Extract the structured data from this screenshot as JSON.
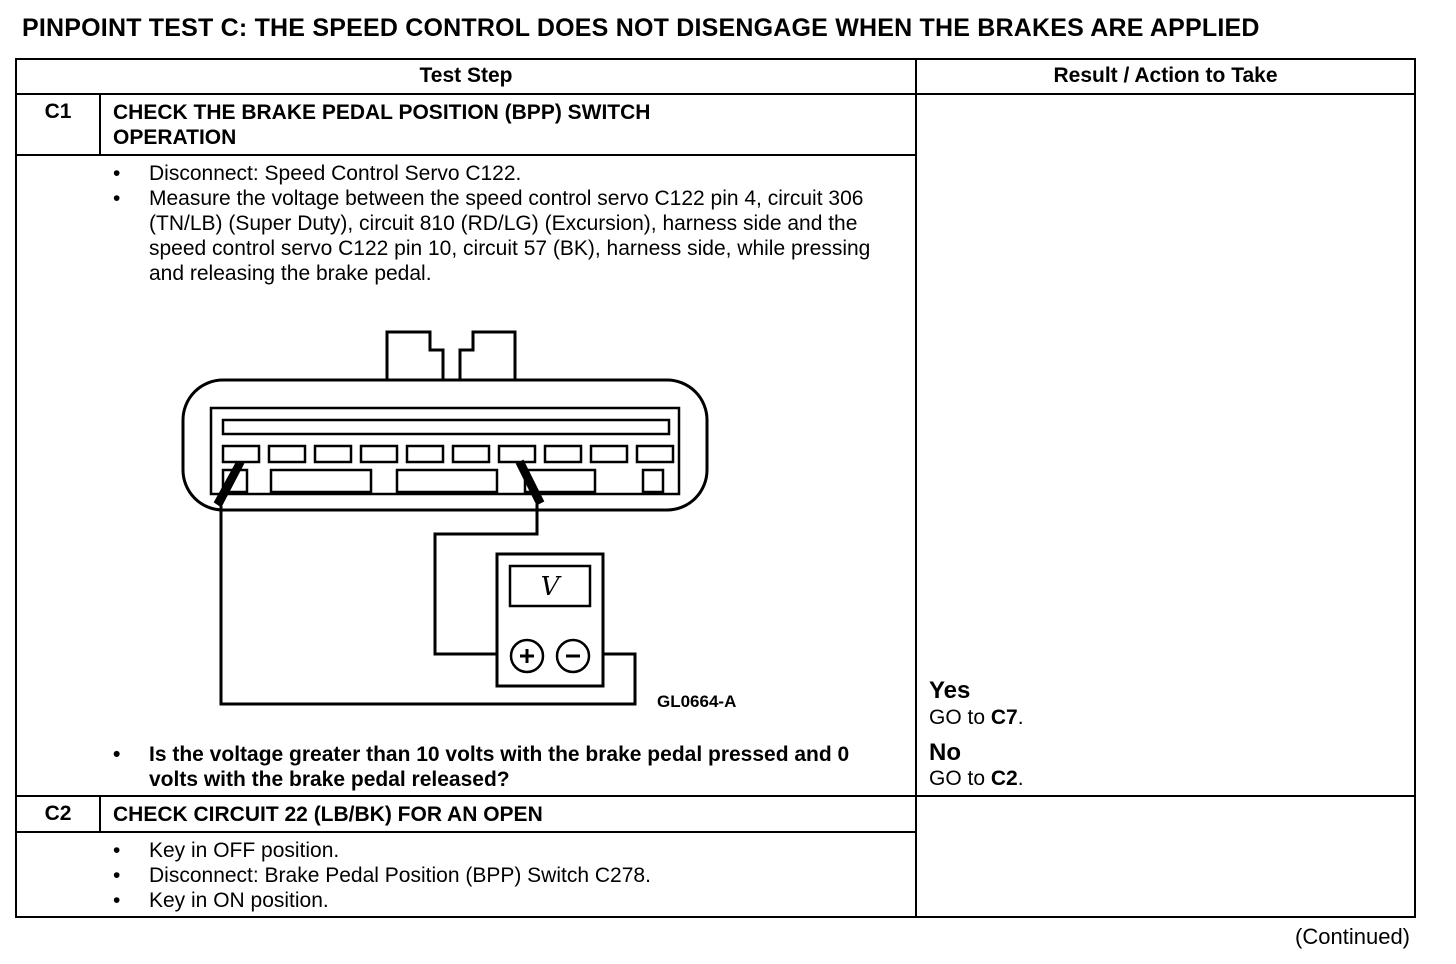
{
  "title": "PINPOINT TEST C: THE SPEED CONTROL DOES NOT DISENGAGE WHEN THE BRAKES ARE APPLIED",
  "headers": {
    "test_step": "Test Step",
    "result": "Result / Action to Take"
  },
  "steps": [
    {
      "id": "C1",
      "title_line1": "CHECK THE BRAKE PEDAL POSITION (BPP) SWITCH",
      "title_line2": "OPERATION",
      "actions": [
        "Disconnect: Speed Control Servo C122.",
        "Measure the voltage between the speed control servo C122 pin 4, circuit 306 (TN/LB) (Super Duty), circuit 810 (RD/LG) (Excursion), harness side and the speed control servo C122 pin 10, circuit 57 (BK), harness side, while pressing and releasing the brake pedal."
      ],
      "figure_label": "GL0664-A",
      "meter_symbol": "V",
      "question": "Is the voltage greater than 10 volts with the brake pedal pressed and 0 volts with the brake pedal released?",
      "results": [
        {
          "label": "Yes",
          "text_prefix": "GO to ",
          "target": "C7",
          "suffix": "."
        },
        {
          "label": "No",
          "text_prefix": "GO to ",
          "target": "C2",
          "suffix": "."
        }
      ]
    },
    {
      "id": "C2",
      "title_line1": "CHECK CIRCUIT 22 (LB/BK) FOR AN OPEN",
      "actions": [
        "Key in OFF position.",
        "Disconnect: Brake Pedal Position (BPP) Switch C278.",
        "Key in ON position."
      ]
    }
  ],
  "continued": "(Continued)"
}
